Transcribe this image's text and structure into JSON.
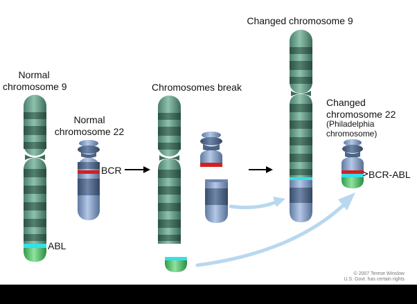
{
  "labels": {
    "normal_chr9": [
      "Normal",
      "chromosome 9"
    ],
    "normal_chr22": [
      "Normal",
      "chromosome 22"
    ],
    "break_title": "Chromosomes break",
    "changed_chr9": "Changed chromosome 9",
    "changed_chr22": [
      "Changed",
      "chromosome 22"
    ],
    "philadelphia": [
      "(Philadelphia",
      "chromosome)"
    ],
    "bcr": "BCR",
    "abl": "ABL",
    "bcr_abl": "BCR-ABL"
  },
  "credit": [
    "© 2007 Terese Winslow",
    "U.S. Govt. has certain rights"
  ],
  "colors": {
    "chr9_green": "#6fa58e",
    "chr9_band": "#3f6c5d",
    "chr22_blue": "#8ea9cf",
    "chr22_band": "#4d6585",
    "bcr_red": "#d42020",
    "abl_cyan": "#34e0ea",
    "abl_green": "#4fc36a",
    "arrow_light": "#b8d8f0"
  }
}
